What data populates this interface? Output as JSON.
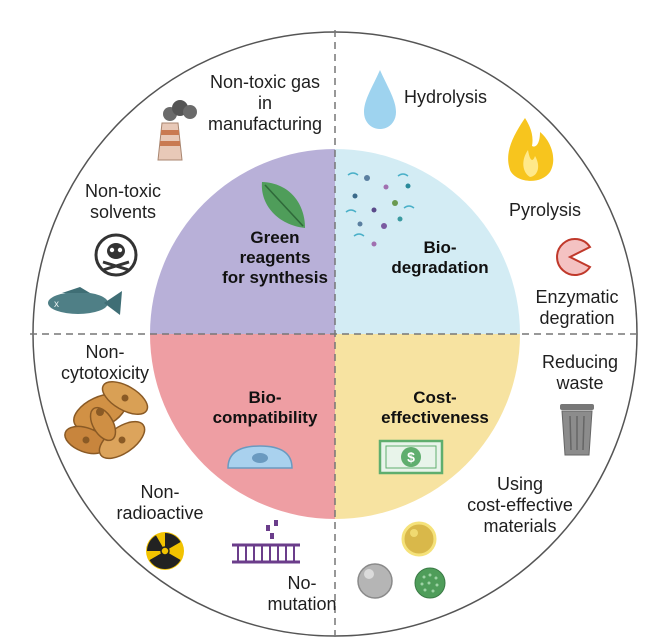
{
  "quadrants": [
    {
      "id": "green",
      "lines": [
        "Green",
        "reagents",
        "for synthesis"
      ],
      "color": "#b8b0d8"
    },
    {
      "id": "biodeg",
      "lines": [
        "Bio-",
        "degradation"
      ],
      "color": "#d3ecf4"
    },
    {
      "id": "biocomp",
      "lines": [
        "Bio-",
        "compatibility"
      ],
      "color": "#ee9ea3"
    },
    {
      "id": "cost",
      "lines": [
        "Cost-",
        "effectiveness"
      ],
      "color": "#f7e3a1"
    }
  ],
  "features": {
    "non_toxic_gas": [
      "Non-toxic gas",
      "in",
      "manufacturing"
    ],
    "non_toxic_solvents": [
      "Non-toxic",
      "solvents"
    ],
    "hydrolysis": [
      "Hydrolysis"
    ],
    "pyrolysis": [
      "Pyrolysis"
    ],
    "enzymatic": [
      "Enzymatic",
      "degration"
    ],
    "non_cytotoxicity": [
      "Non-",
      "cytotoxicity"
    ],
    "non_radioactive": [
      "Non-",
      "radioactive"
    ],
    "no_mutation": [
      "No-",
      "mutation"
    ],
    "reducing_waste": [
      "Reducing",
      "waste"
    ],
    "cost_effective_materials": [
      "Using",
      "cost-effective",
      "materials"
    ]
  },
  "banknote_symbol": "$",
  "colors": {
    "outline": "#555555",
    "divider": "#777777",
    "water": "#9ed3ef",
    "flame": "#f7c51e",
    "pacman": "#f4c2c2",
    "fish": "#4f7f86",
    "trash": "#8c8c8c",
    "cell": "#d19145",
    "radiation": "#f2c300",
    "dna": "#6b3d8b",
    "leaf": "#4f9d5a",
    "money": "#5fae6e"
  }
}
